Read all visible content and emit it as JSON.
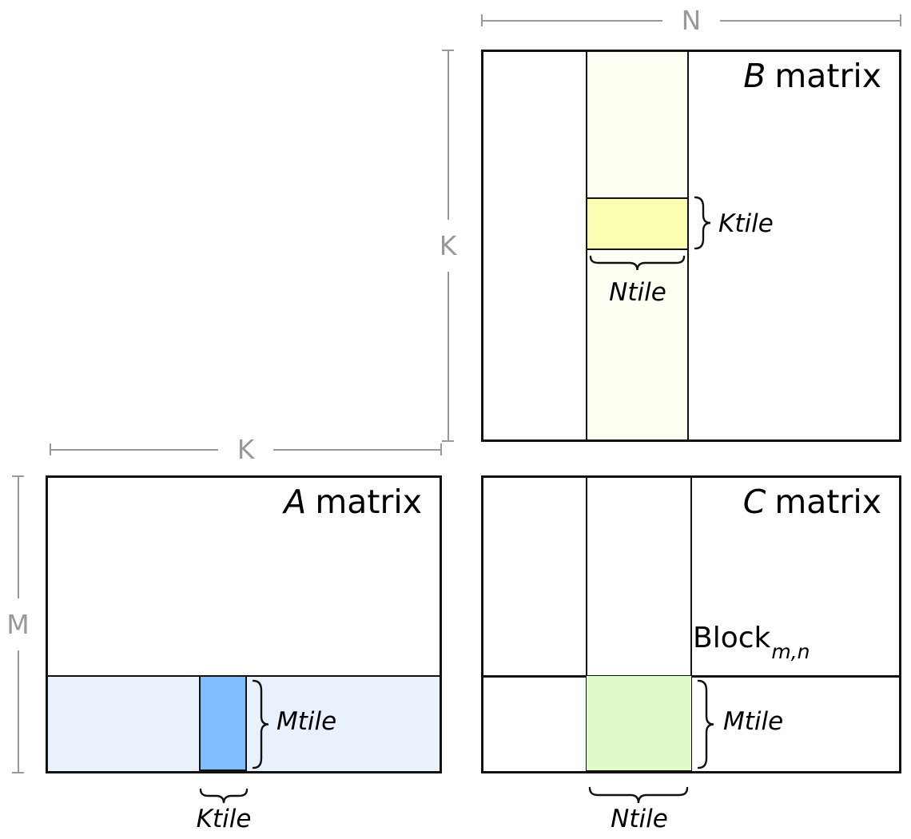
{
  "colors": {
    "yellow_tile": "#FCFFB2",
    "ivory_strip": "#FFFFF4",
    "blue_tile": "#7FBEFC",
    "lightblue_strip": "#E9F2FC",
    "green_tile": "#DFFCC8",
    "dim_gray": "#999999",
    "line_black": "#111111"
  },
  "dimensions": {
    "n": "N",
    "k": "K",
    "m": "M"
  },
  "matrix_b": {
    "title_letter": "B",
    "title_word": "matrix",
    "ktile_label": "Ktile",
    "ntile_label": "Ntile"
  },
  "matrix_a": {
    "title_letter": "A",
    "title_word": "matrix",
    "mtile_label": "Mtile",
    "ktile_label": "Ktile"
  },
  "matrix_c": {
    "title_letter": "C",
    "title_word": "matrix",
    "block_label": "Block",
    "block_subscript": "m,n",
    "mtile_label": "Mtile",
    "ntile_label": "Ntile"
  }
}
